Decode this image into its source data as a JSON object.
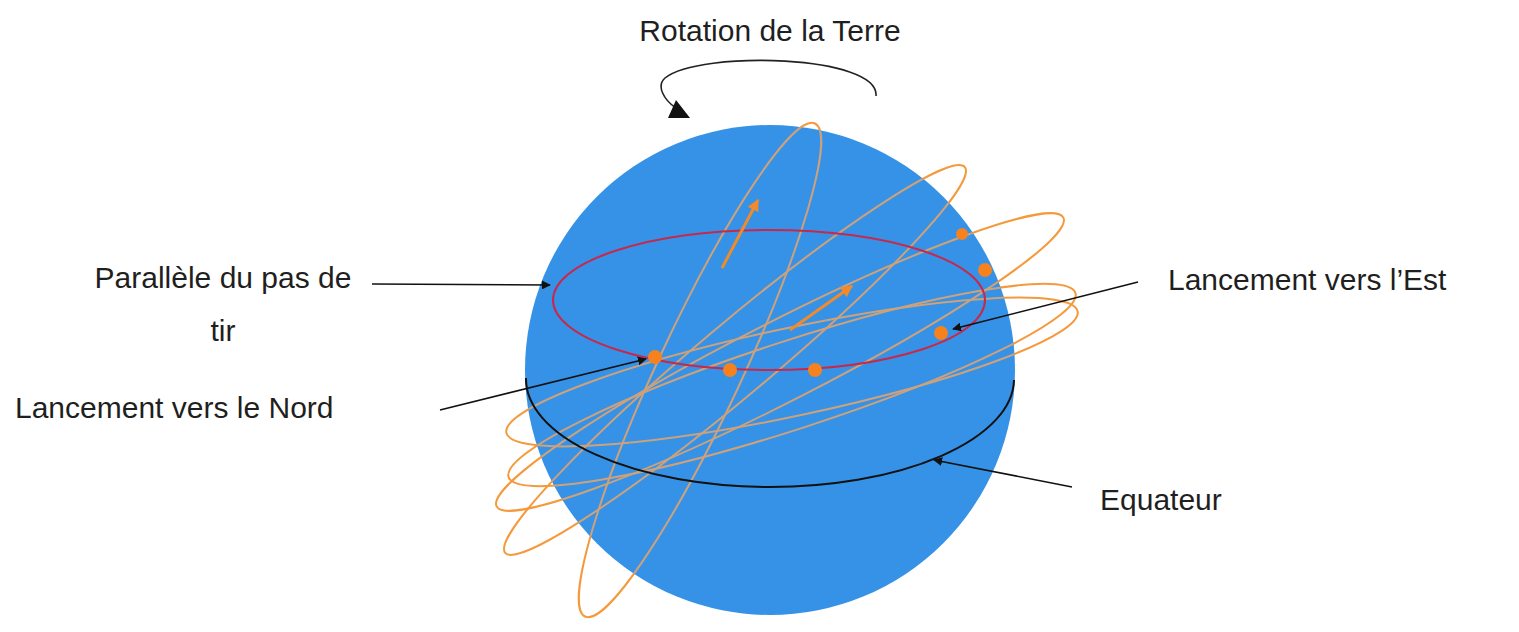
{
  "diagram": {
    "labels": [
      "Rotation de la Terre",
      "Parallèle du pas de tir",
      "Lancement vers l’Est",
      "Lancement vers le Nord",
      "Equateur"
    ]
  }
}
